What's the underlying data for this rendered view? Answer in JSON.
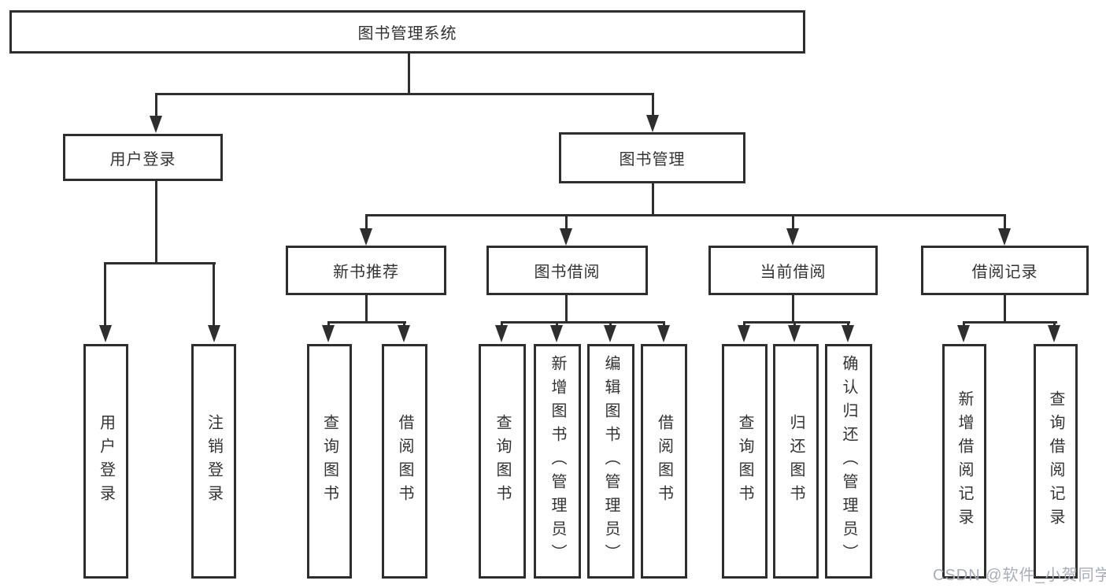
{
  "diagram": {
    "nodes": {
      "root": "图书管理系统",
      "userLogin": "用户登录",
      "bookMgmt": "图书管理",
      "newBookRec": "新书推荐",
      "bookBorrow": "图书借阅",
      "currentBorrow": "当前借阅",
      "borrowRecord": "借阅记录",
      "leafUserLogin": "用户登录",
      "leafLogout": "注销登录",
      "leafNbQuery": "查询图书",
      "leafNbBorrow": "借阅图书",
      "leafBbQuery": "查询图书",
      "leafBbAdd": "新增图书（管理员）",
      "leafBbEdit": "编辑图书（管理员）",
      "leafBbBorrow": "借阅图书",
      "leafCbQuery": "查询图书",
      "leafCbReturn": "归还图书",
      "leafCbConfirm": "确认归还（管理员）",
      "leafBrAdd": "新增借阅记录",
      "leafBrQuery": "查询借阅记录"
    },
    "watermark": "CSDN @软件_小贺同学",
    "colors": {
      "line": "#2e2e2e",
      "text": "#333333",
      "watermark": "#a7aeb8",
      "background": "#ffffff"
    }
  }
}
